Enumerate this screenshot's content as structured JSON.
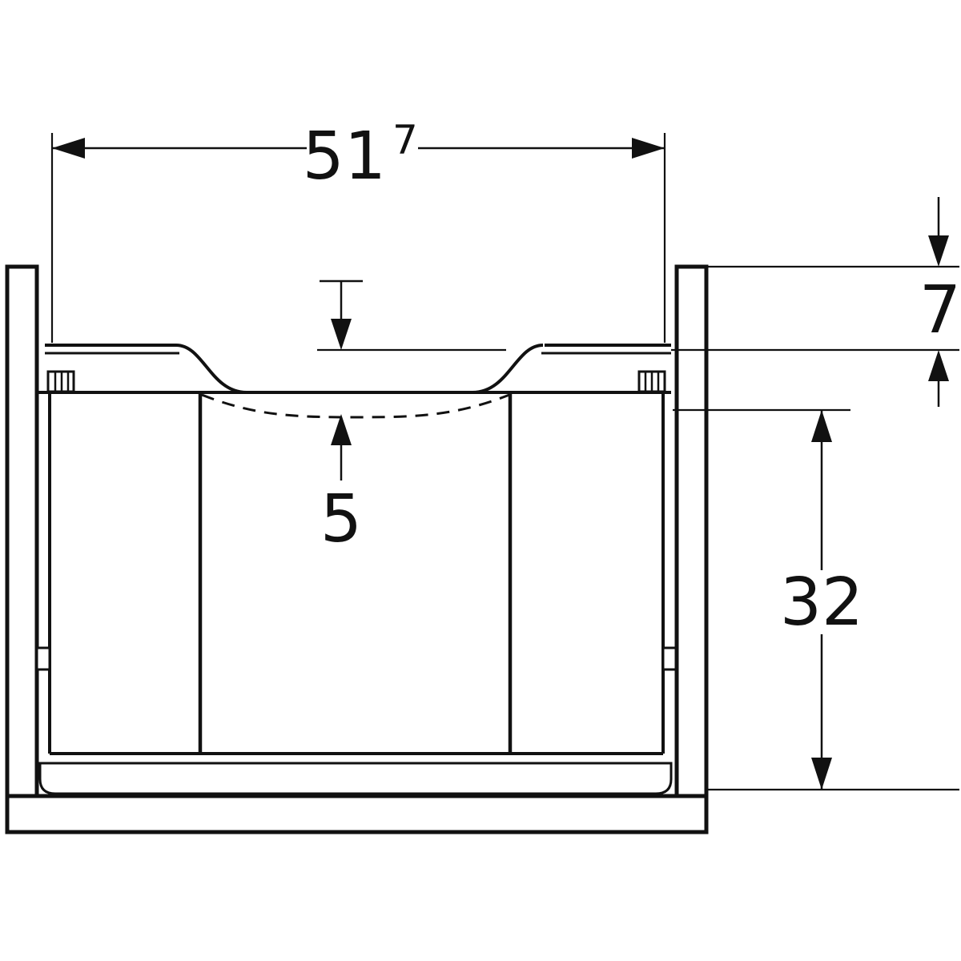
{
  "drawing": {
    "background": "#ffffff",
    "line_color": "#111111",
    "dims": {
      "width_main": "51",
      "width_sup": "7",
      "top_height": "7",
      "basin_recess": "5",
      "side_height": "32"
    }
  }
}
